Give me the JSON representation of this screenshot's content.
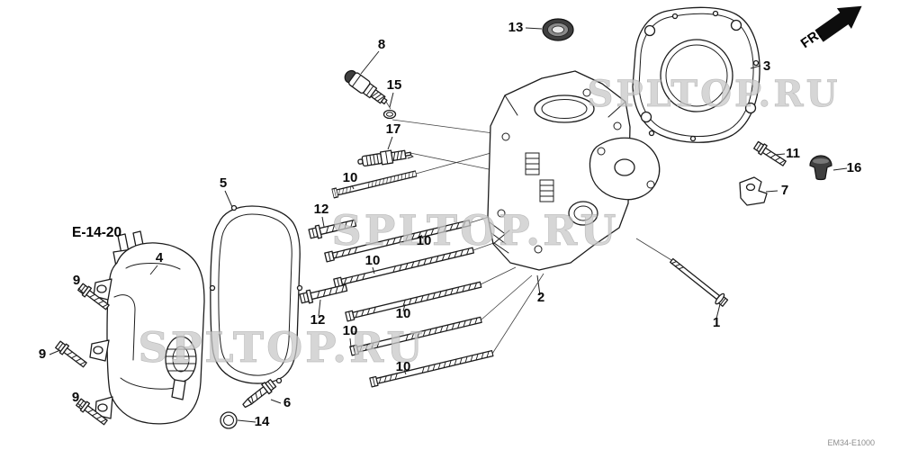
{
  "meta": {
    "colors": {
      "background": "#ffffff",
      "line": "#1c1c1c",
      "watermark": "#c9c9c9",
      "seal_dark": "#3f3f3f"
    }
  },
  "orientation": {
    "fr_label": "FR."
  },
  "ref_link": {
    "label": "E-14-20"
  },
  "watermark": {
    "text": "SPLTOP.RU"
  },
  "doc_code": "EM34-E1000",
  "callouts": [
    {
      "label": "13"
    },
    {
      "label": "8"
    },
    {
      "label": "15"
    },
    {
      "label": "17"
    },
    {
      "label": "3"
    },
    {
      "label": "11"
    },
    {
      "label": "16"
    },
    {
      "label": "7"
    },
    {
      "label": "5"
    },
    {
      "label": "4"
    },
    {
      "label": "9"
    },
    {
      "label": "9"
    },
    {
      "label": "9"
    },
    {
      "label": "6"
    },
    {
      "label": "14"
    },
    {
      "label": "10"
    },
    {
      "label": "12"
    },
    {
      "label": "10"
    },
    {
      "label": "10"
    },
    {
      "label": "12"
    },
    {
      "label": "10"
    },
    {
      "label": "10"
    },
    {
      "label": "10"
    },
    {
      "label": "2"
    },
    {
      "label": "1"
    }
  ]
}
